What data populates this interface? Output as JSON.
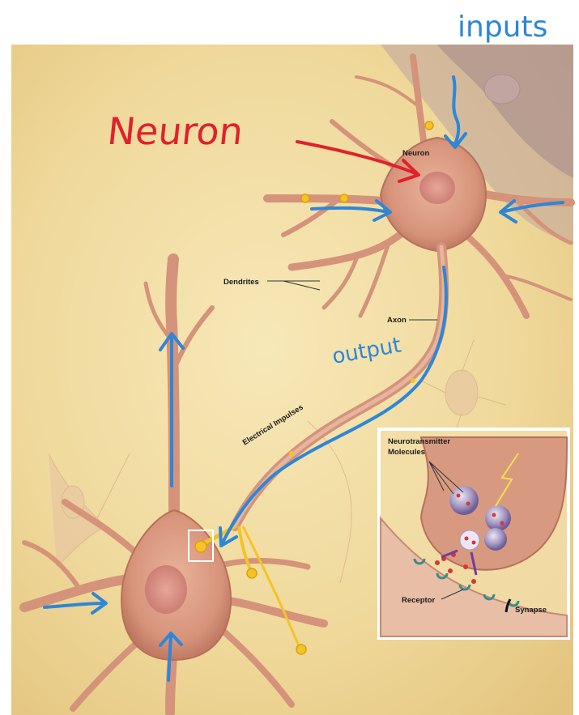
{
  "labels": {
    "neuron": "Neuron",
    "dendrites": "Dendrites",
    "axon": "Axon",
    "electrical_impulses": "Electrical Impulses",
    "neurotransmitter_line1": "Neurotransmitter",
    "neurotransmitter_line2": "Molecules",
    "receptor": "Receptor",
    "synapse": "Synapse"
  },
  "annotations": {
    "neuron": "Neuron",
    "inputs": "inputs",
    "output": "output"
  },
  "colors": {
    "background": "#f2dfa4",
    "cell_body": "#d99a79",
    "cell_dark": "#b8705a",
    "impulse": "#f5c326",
    "handwriting_red": "#e0212b",
    "handwriting_blue": "#2f86d6",
    "inset_border": "#ffffff"
  }
}
